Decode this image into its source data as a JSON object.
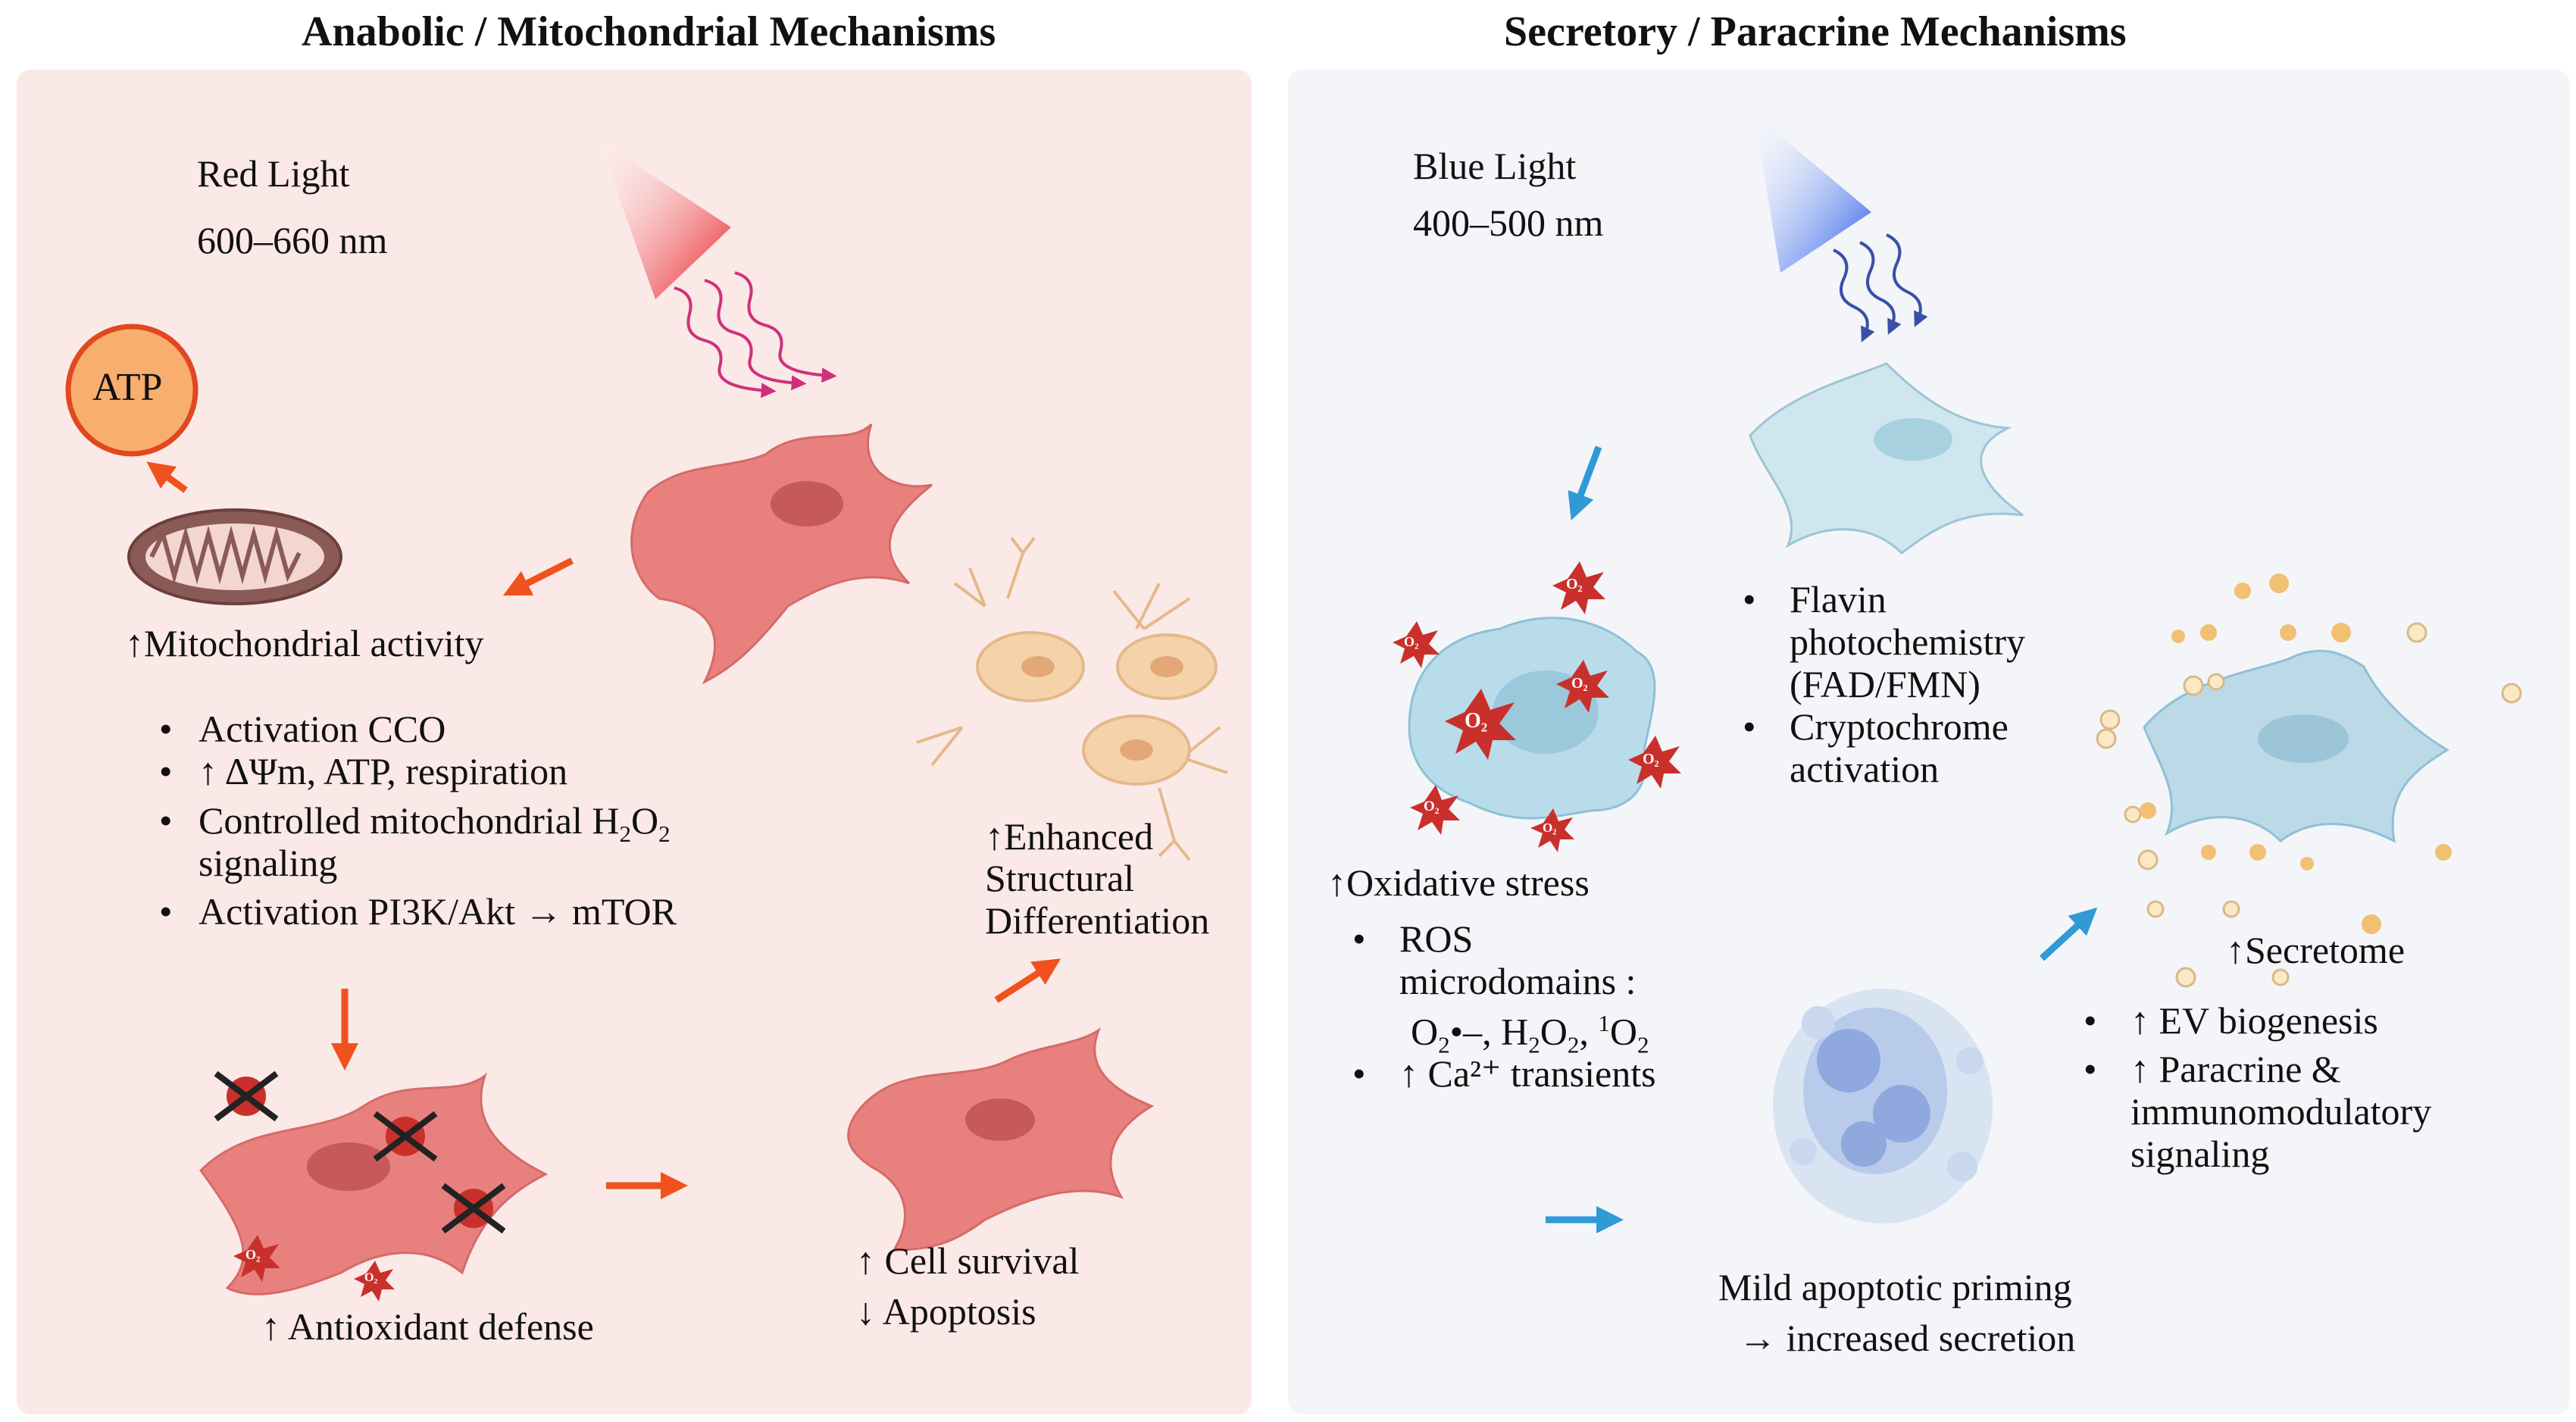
{
  "left": {
    "heading": "Anabolic / Mitochondrial Mechanisms",
    "light_name": "Red Light",
    "light_range": "600–660 nm",
    "atp_label": "ATP",
    "mito_activity": "↑Mitochondrial activity",
    "mito_bullets": [
      "Activation CCO",
      "↑ ΔΨm, ATP, respiration",
      "Controlled mitochondrial H",
      "signaling",
      "Activation PI3K/Akt → mTOR"
    ],
    "differentiation": [
      "↑Enhanced",
      "Structural",
      "Differentiation"
    ],
    "antioxidant": "↑ Antioxidant defense",
    "survival": [
      "↑ Cell survival",
      "↓ Apoptosis"
    ],
    "o2_badge": "O₂"
  },
  "right": {
    "heading": "Secretory / Paracrine Mechanisms",
    "light_name": "Blue Light",
    "light_range": "400–500 nm",
    "flavin_bullets": [
      "Flavin",
      "photochemistry",
      "(FAD/FMN)",
      "Cryptochrome",
      "activation"
    ],
    "oxidative": "↑Oxidative stress",
    "ros_bullets": [
      "ROS",
      "microdomains :",
      "↑ Ca²⁺ transients"
    ],
    "apoptotic": [
      "Mild apoptotic priming",
      "→ increased secretion"
    ],
    "secretome": "↑Secretome",
    "secretome_bullets": [
      "↑ EV biogenesis",
      "↑ Paracrine &",
      "immunomodulatory",
      "signaling"
    ],
    "o2_badge": "O₂"
  },
  "colors": {
    "left_bg": "#fbe9e7",
    "right_bg": "#f3f5f9",
    "cell_red": "#e8817e",
    "cell_blue": "#cfe6ef",
    "arrow_orange": "#f0521e",
    "arrow_blue": "#2f9ad6",
    "atp_fill": "#f8ae6e",
    "ros_red": "#c9302c",
    "vesicle": "#f2c072"
  }
}
